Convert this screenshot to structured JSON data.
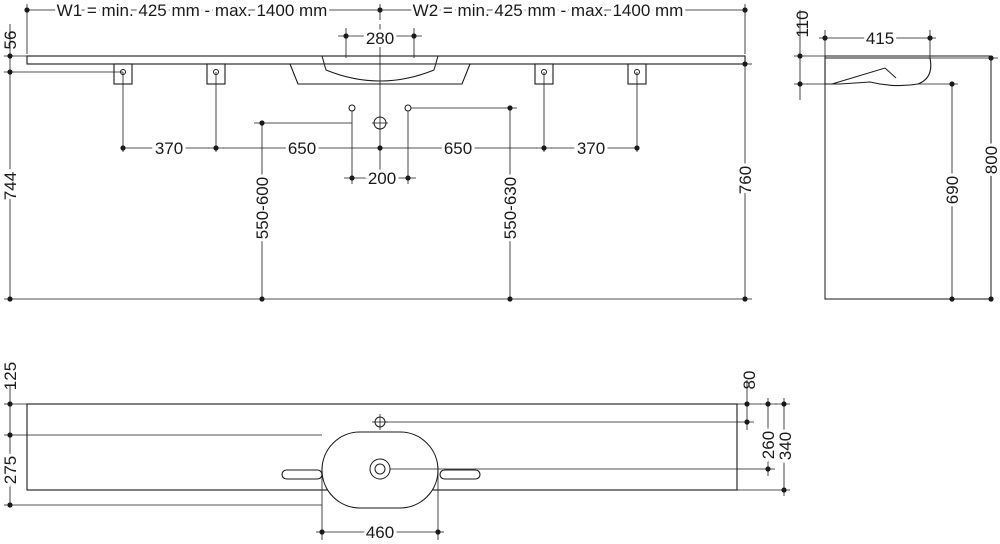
{
  "front_view": {
    "w1": "W1 = min. 425 mm - max. 1400 mm",
    "w2": "W2 = min. 425 mm - max. 1400 mm",
    "d56": "56",
    "d280": "280",
    "d370_left": "370",
    "d650_left": "650",
    "d650_right": "650",
    "d370_right": "370",
    "d200": "200",
    "d744": "744",
    "d550_600": "550-600",
    "d550_630": "550-630",
    "d760": "760"
  },
  "side_view": {
    "d110": "110",
    "d415": "415",
    "d690": "690",
    "d800": "800"
  },
  "top_view": {
    "d125": "125",
    "d275": "275",
    "d80": "80",
    "d260": "260",
    "d340": "340",
    "d460": "460"
  }
}
